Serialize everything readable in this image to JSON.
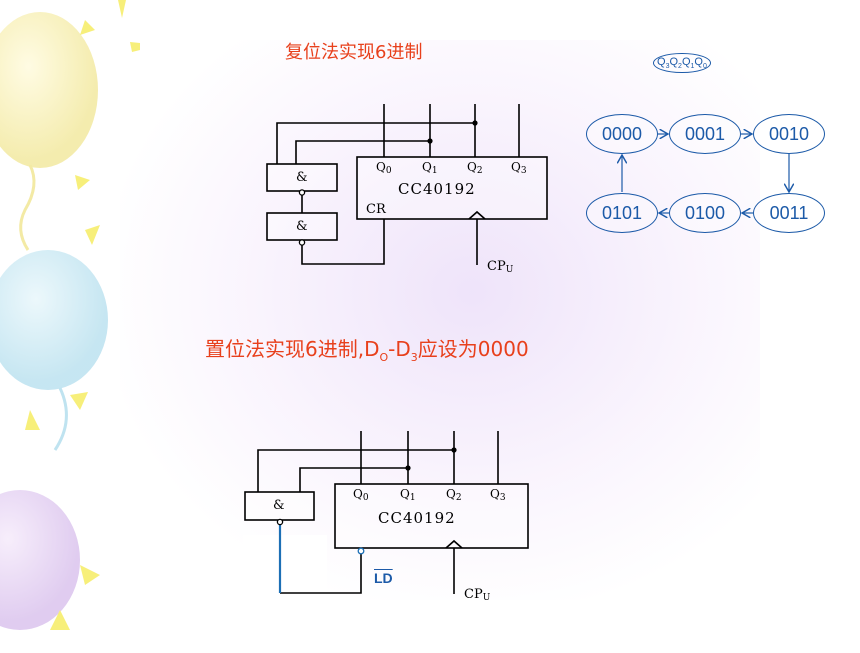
{
  "titles": {
    "reset": "复位法实现6进制",
    "preset_prefix": "置位法实现6进制,D",
    "preset_sub0": "O",
    "preset_mid": "-D",
    "preset_sub3": "3",
    "preset_suffix": "应设为0000"
  },
  "state_label": {
    "q3": "Q",
    "s3": "3",
    "q2": "Q",
    "s2": "2",
    "q1": "Q",
    "s1": "1",
    "q0": "Q",
    "s0": "0"
  },
  "states": [
    "0000",
    "0001",
    "0010",
    "0011",
    "0100",
    "0101"
  ],
  "circuit_top": {
    "chip": "CC40192",
    "q0": "Q",
    "q0s": "0",
    "q1": "Q",
    "q1s": "1",
    "q2": "Q",
    "q2s": "2",
    "q3": "Q",
    "q3s": "3",
    "cr": "CR",
    "cp": "CP",
    "cps": "U",
    "gate1": "&",
    "gate2": "&"
  },
  "circuit_bottom": {
    "chip": "CC40192",
    "q0": "Q",
    "q0s": "0",
    "q1": "Q",
    "q1s": "1",
    "q2": "Q",
    "q2s": "2",
    "q3": "Q",
    "q3s": "3",
    "ld": "LD",
    "cp": "CP",
    "cps": "U",
    "gate": "&"
  },
  "colors": {
    "title": "#e8401c",
    "state": "#1c5aa8",
    "wire": "#000000",
    "wire_blue": "#1c6fb5"
  }
}
